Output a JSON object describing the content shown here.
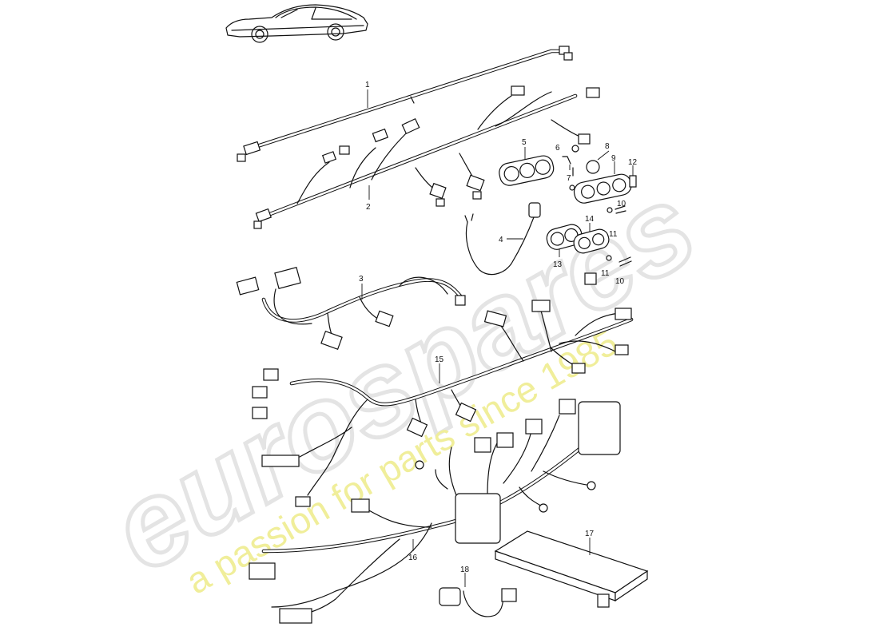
{
  "diagram": {
    "part_labels": [
      "1",
      "2",
      "3",
      "4",
      "5",
      "6",
      "7",
      "8",
      "9",
      "10",
      "11",
      "12",
      "13",
      "14",
      "15",
      "16",
      "17",
      "18"
    ],
    "duplicate_labels": {
      "label_10b": "10",
      "label_11b": "11"
    }
  },
  "watermark": {
    "brand": "eurospares",
    "tagline": "a passion for parts since 1985",
    "brand_color": "#e6e6e6",
    "tagline_color": "#f1ef9c"
  }
}
